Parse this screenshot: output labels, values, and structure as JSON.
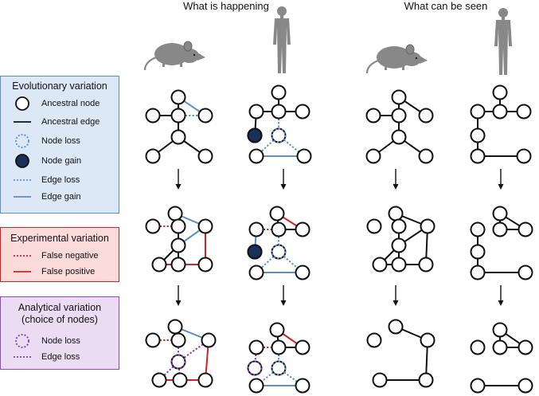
{
  "headers": {
    "happening": "What is happening",
    "seen": "What can be seen"
  },
  "panels": {
    "evolutionary": {
      "title": "Evolutionary variation",
      "items": [
        "Ancestral node",
        "Ancestral edge",
        "Node loss",
        "Node gain",
        "Edge loss",
        "Edge gain"
      ]
    },
    "experimental": {
      "title": "Experimental variation",
      "items": [
        "False negative",
        "False positive"
      ]
    },
    "analytical": {
      "title_line1": "Analytical variation",
      "title_line2": "(choice of nodes)",
      "items": [
        "Node loss",
        "Edge loss"
      ]
    }
  },
  "icons": {
    "species": [
      "mouse-icon",
      "human-icon",
      "mouse-icon",
      "human-icon"
    ]
  },
  "colors": {
    "black": "#111111",
    "blue": "#5b8ec7",
    "red": "#d02424",
    "purple": "#7b3fb0",
    "navy": "#1b2f5b",
    "evo_bg": "#dce8f6",
    "evo_border": "#5b8ec7",
    "exp_bg": "#fbdada",
    "exp_border": "#d02424",
    "ana_bg": "#ebdcf3",
    "ana_border": "#8a4cc0",
    "silhouette": "#888888"
  }
}
